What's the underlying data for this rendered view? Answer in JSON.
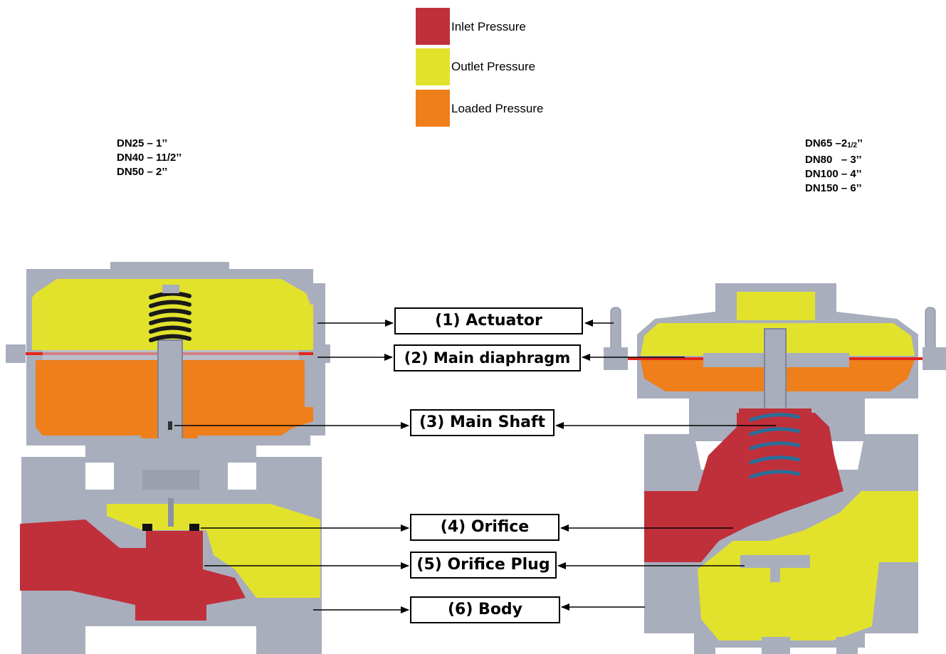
{
  "legend": {
    "items": [
      {
        "label": "Inlet Pressure",
        "color": "#c0303a"
      },
      {
        "label": "Outlet Pressure",
        "color": "#e2e22c"
      },
      {
        "label": "Loaded Pressure",
        "color": "#ef7f1a"
      }
    ]
  },
  "sizes_left": [
    "DN25 – 1’’",
    "DN40 – 11/2’’",
    "DN50 – 2’’"
  ],
  "sizes_right": {
    "first_prefix": "DN65 –2",
    "first_fraction": "1/2",
    "first_suffix": "’’",
    "rest": [
      "DN80   – 3’’",
      "DN100 – 4’’",
      "DN150 – 6’’"
    ]
  },
  "parts": [
    {
      "label": "(1) Actuator"
    },
    {
      "label": "(2) Main diaphragm"
    },
    {
      "label": "(3) Main Shaft"
    },
    {
      "label": "(4) Orifice"
    },
    {
      "label": "(5) Orifice Plug"
    },
    {
      "label": "(6) Body"
    }
  ],
  "colors": {
    "inlet": "#c0303a",
    "outlet": "#e2e22c",
    "loaded": "#ef7f1a",
    "metal": "#a9aebd",
    "metal_dark": "#8c92a3",
    "spring_left": "#1a1a1a",
    "spring_right": "#2a6f9a",
    "diaphragm": "#e3261c"
  }
}
